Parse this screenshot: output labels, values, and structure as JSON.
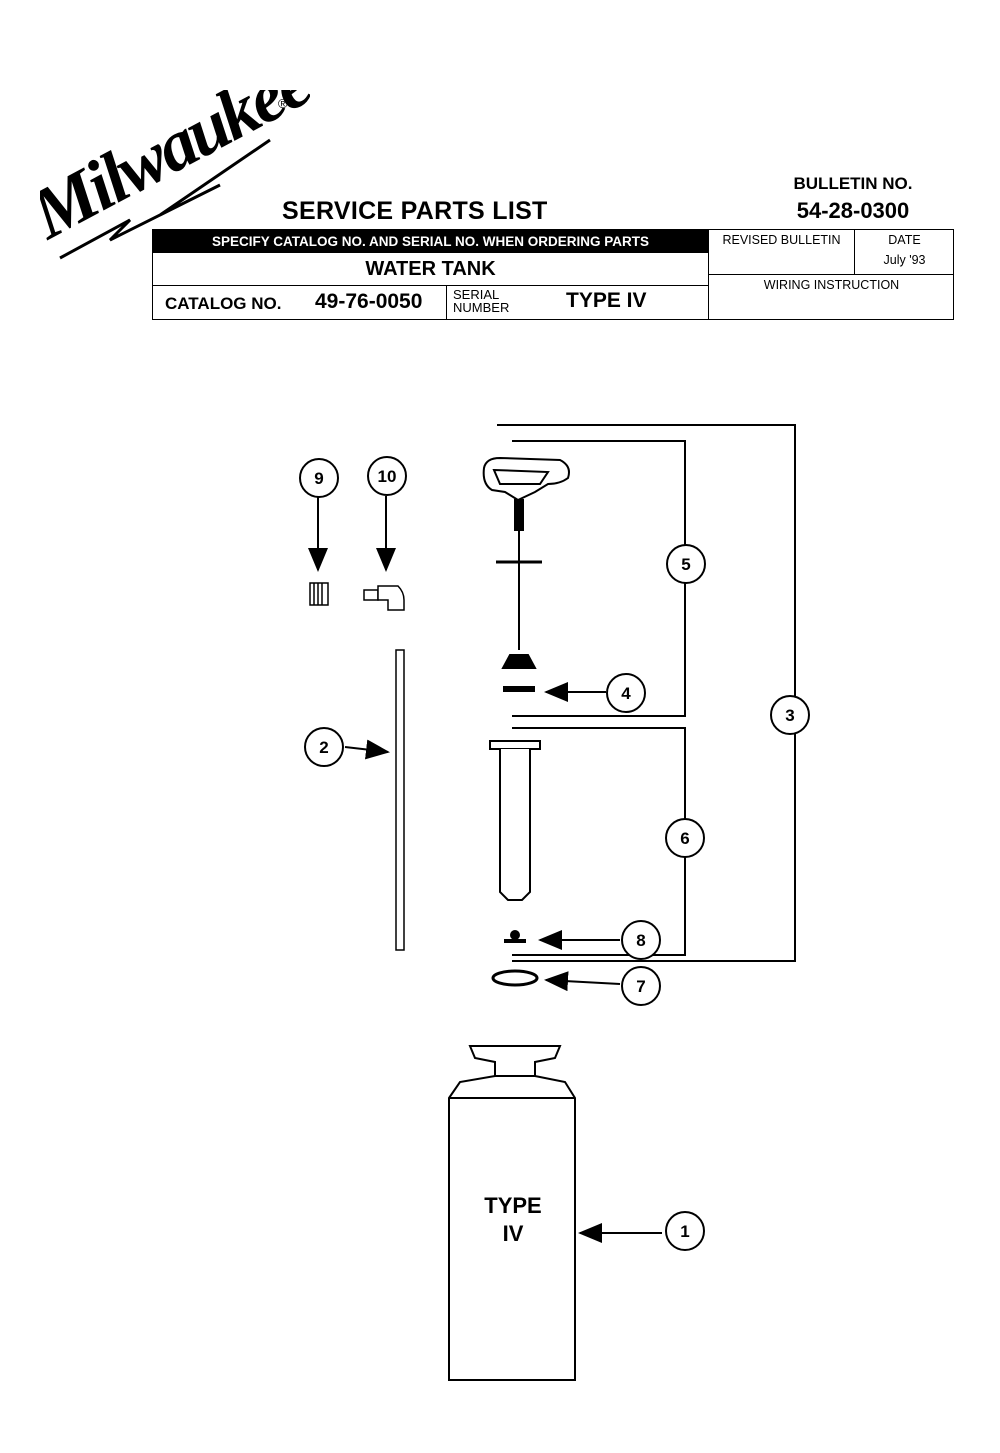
{
  "brand": {
    "logo_text": "Milwaukee",
    "registered_mark": "®"
  },
  "header": {
    "title": "SERVICE PARTS LIST",
    "bulletin_label": "BULLETIN NO.",
    "bulletin_number": "54-28-0300",
    "specify_notice": "SPECIFY CATALOG NO. AND SERIAL NO. WHEN ORDERING PARTS",
    "product_name": "WATER TANK",
    "catalog_label": "CATALOG NO.",
    "catalog_number": "49-76-0050",
    "serial_label_line1": "SERIAL",
    "serial_label_line2": "NUMBER",
    "type_value": "TYPE IV",
    "revised_bulletin_label": "REVISED BULLETIN",
    "date_label": "DATE",
    "date_value": "July '93",
    "wiring_label": "WIRING INSTRUCTION"
  },
  "callouts": [
    "1",
    "2",
    "3",
    "4",
    "5",
    "6",
    "7",
    "8",
    "9",
    "10"
  ],
  "tank_label": {
    "line1": "TYPE",
    "line2": "IV"
  }
}
